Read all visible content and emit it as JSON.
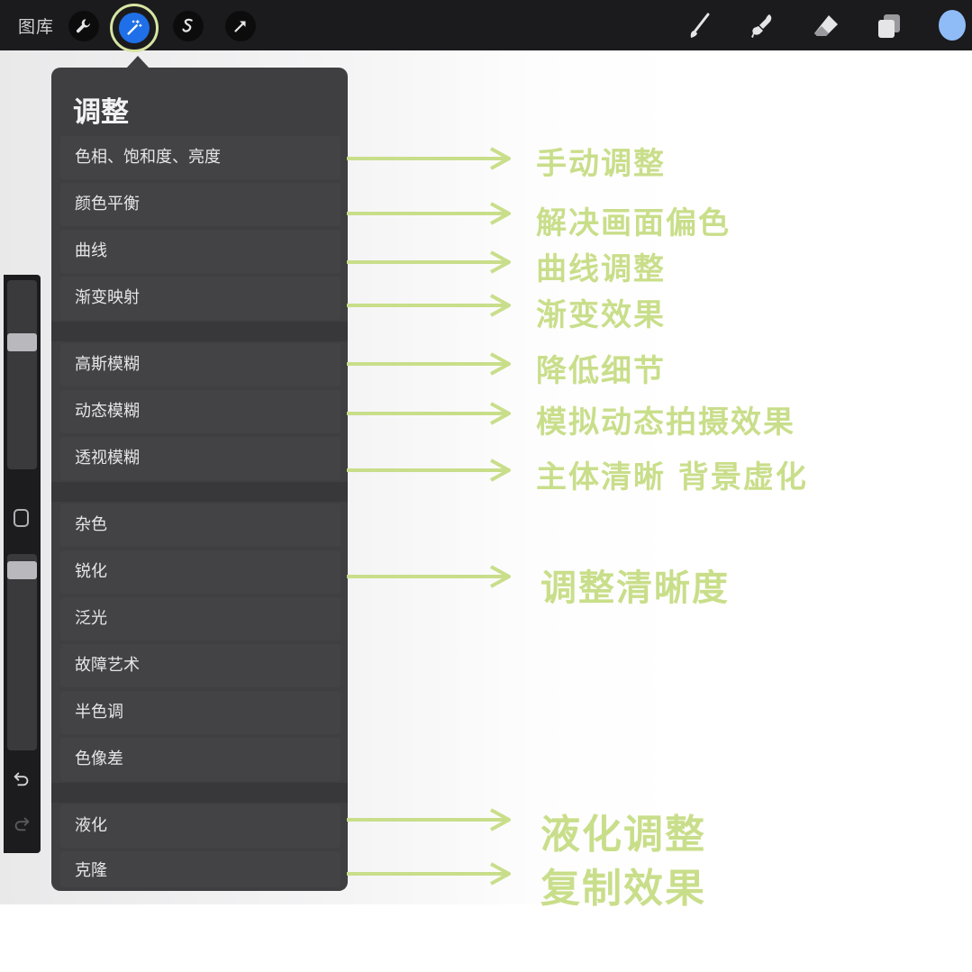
{
  "toolbar": {
    "gallery_label": "图库",
    "left_tools": [
      "wrench-icon",
      "magic-wand-icon",
      "selection-icon",
      "transform-icon"
    ],
    "right_tools": [
      "brush-icon",
      "smudge-icon",
      "eraser-icon",
      "layers-icon"
    ],
    "active_tool": "magic-wand-icon",
    "color": "#8fbcf7"
  },
  "panel": {
    "title": "调整",
    "items": [
      "色相、饱和度、亮度",
      "颜色平衡",
      "曲线",
      "渐变映射",
      "高斯模糊",
      "动态模糊",
      "透视模糊",
      "杂色",
      "锐化",
      "泛光",
      "故障艺术",
      "半色调",
      "色像差",
      "液化",
      "克隆"
    ]
  },
  "annotations": [
    "手动调整",
    "解决画面偏色",
    "曲线调整",
    "渐变效果",
    "降低细节",
    "模拟动态拍摄效果",
    "主体清晰 背景虚化",
    "调整清晰度",
    "液化调整",
    "复制效果"
  ],
  "colors": {
    "annotation": "#c9de8a",
    "panel": "#3f3f42",
    "toolbar": "#1b1b1d",
    "active": "#1f6fe8"
  }
}
